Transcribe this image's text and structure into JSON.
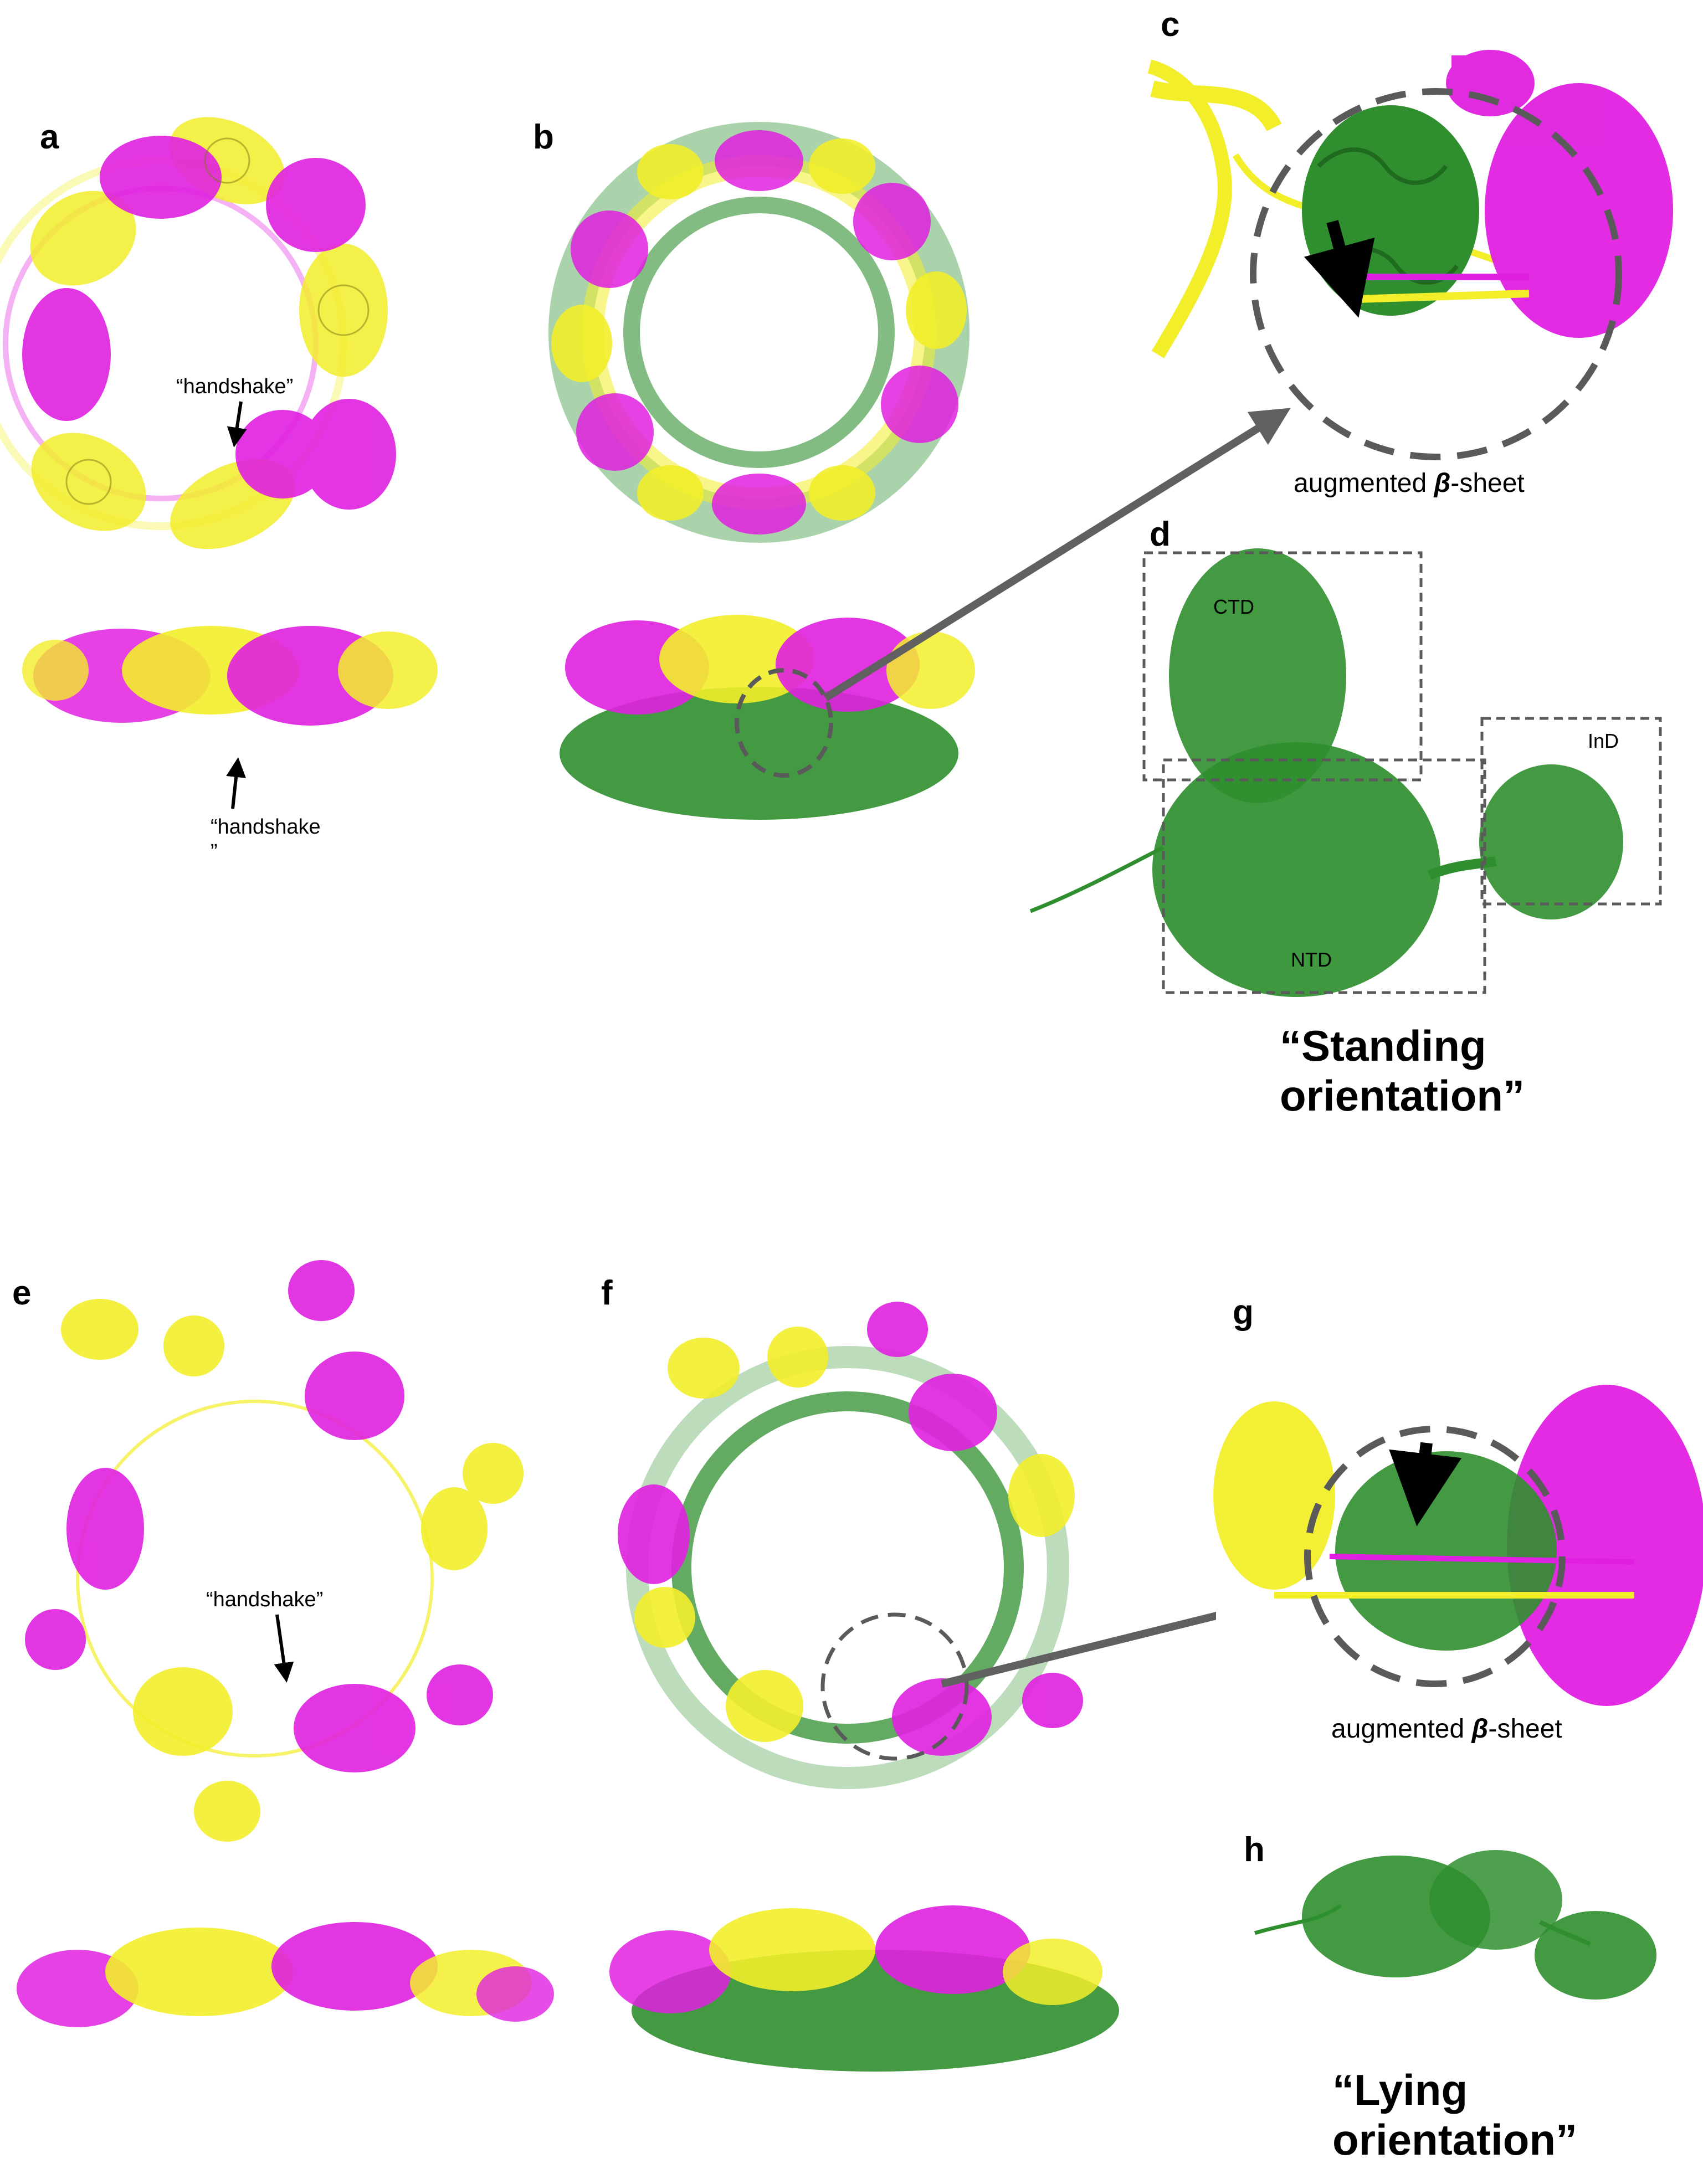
{
  "colors": {
    "chain_a": "#f2ee2a",
    "chain_b": "#e020e0",
    "chain_c": "#2f8f2f",
    "chain_c_light": "#8fc48f",
    "arrow_grey": "#606060",
    "dash_grey": "#5a5a5a",
    "text": "#000000"
  },
  "icons": {
    "arrow": "black-arrow-icon",
    "callout": "grey-connector-arrow-icon",
    "circle": "dashed-circle-icon"
  },
  "panels": {
    "a": {
      "label": "a",
      "top_note": "“handshake”",
      "side_note_line1": "“handshake",
      "side_note_line2": "”"
    },
    "b": {
      "label": "b"
    },
    "c": {
      "label": "c",
      "caption_pre": "augmented ",
      "caption_beta": "β",
      "caption_post": "-sheet"
    },
    "d": {
      "label": "d",
      "domains": [
        "CTD",
        "NTD",
        "InD"
      ],
      "orientation_line1": "“Standing",
      "orientation_line2": "orientation”"
    },
    "e": {
      "label": "e",
      "top_note": "“handshake”"
    },
    "f": {
      "label": "f"
    },
    "g": {
      "label": "g",
      "caption_pre": "augmented ",
      "caption_beta": "β",
      "caption_post": "-sheet"
    },
    "h": {
      "label": "h",
      "orientation_line1": "“Lying",
      "orientation_line2": "orientation”"
    }
  }
}
